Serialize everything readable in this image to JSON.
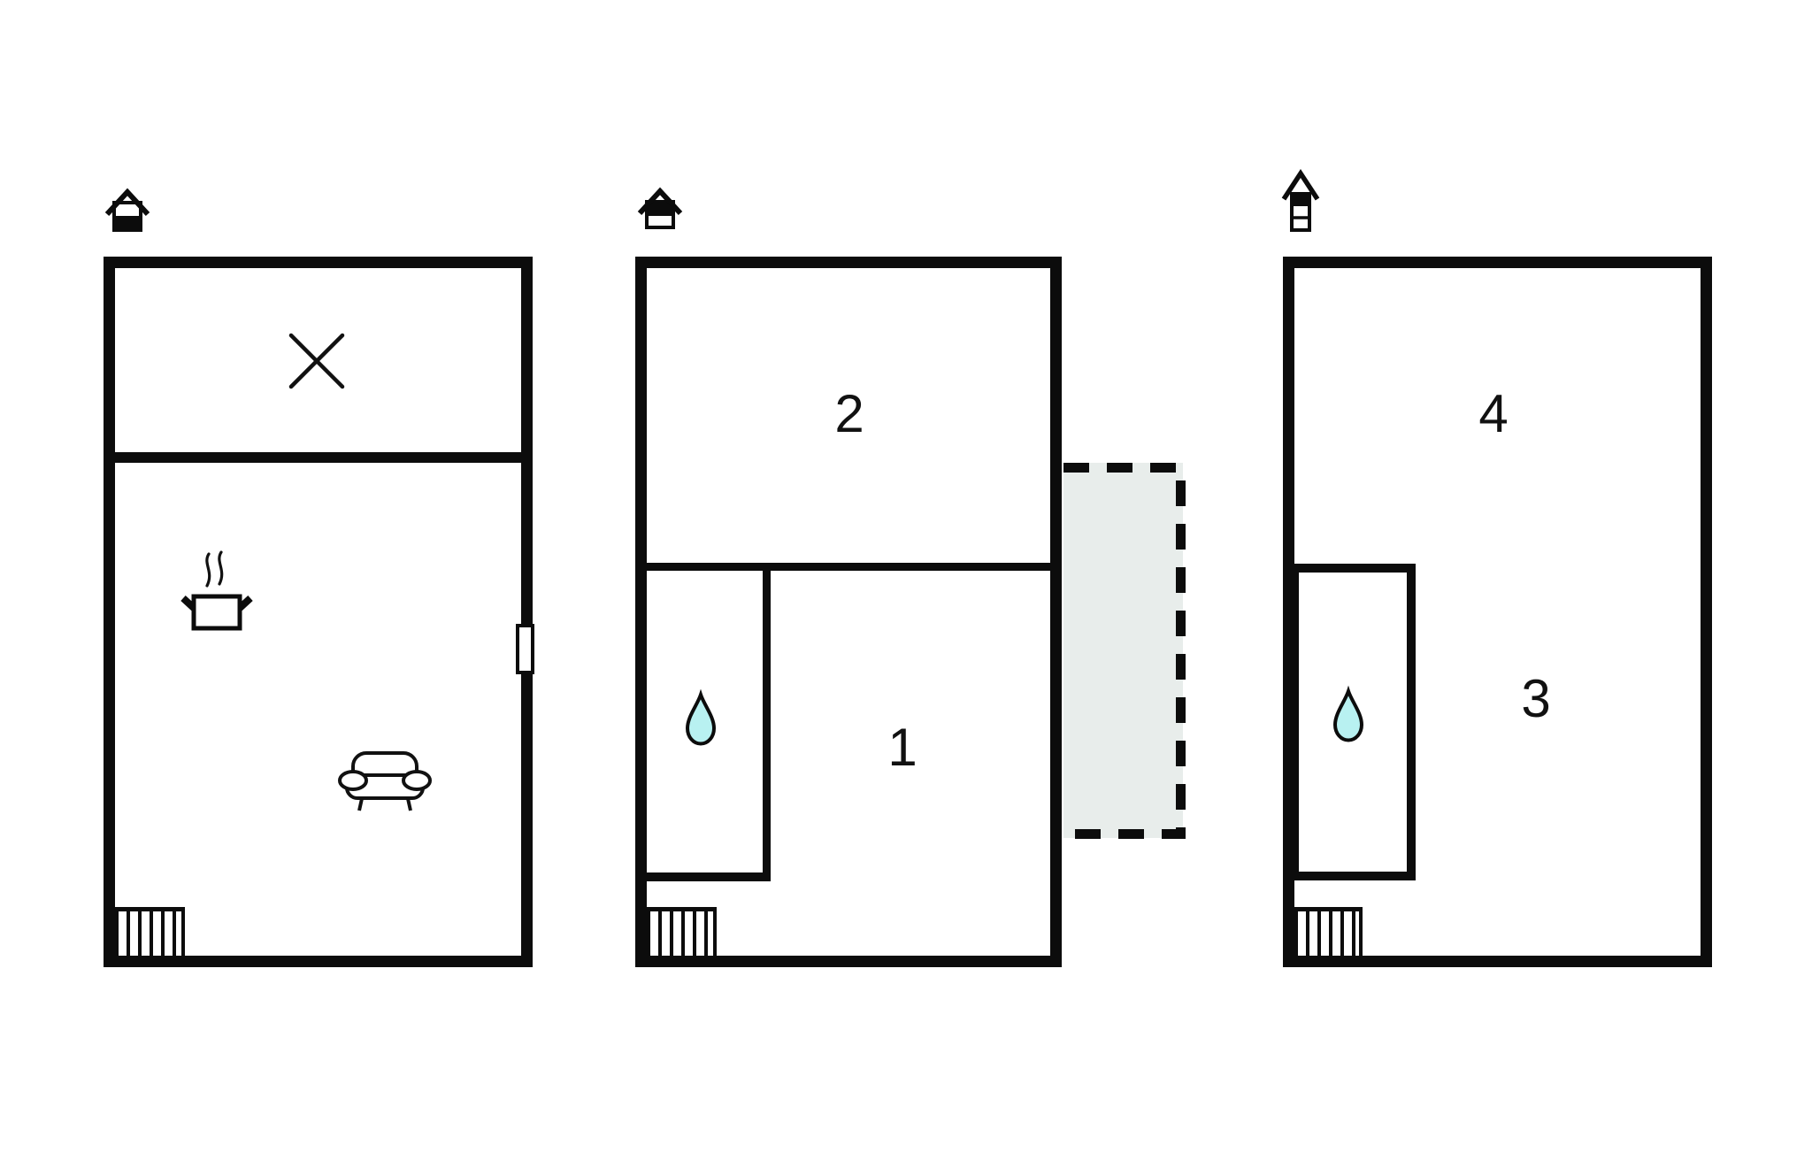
{
  "palette": {
    "background": "#ffffff",
    "wall": "#0c0c0c",
    "water_drop": "#b8f1f1",
    "terrace": "#e8edeb"
  },
  "floors": [
    {
      "name": "ground floor",
      "indicator_icon": "house-lower-level-filled-icon",
      "rooms": [],
      "features": [
        "cross-void-marker",
        "stove-icon",
        "sofa-icon",
        "stairs",
        "door-marker"
      ]
    },
    {
      "name": "first floor",
      "indicator_icon": "house-upper-level-filled-icon",
      "rooms": [
        {
          "label": "2"
        },
        {
          "label": "1"
        }
      ],
      "features": [
        "bathroom-water-drop",
        "stairs",
        "dashed-terrace"
      ]
    },
    {
      "name": "top floor",
      "indicator_icon": "house-top-level-filled-icon",
      "rooms": [
        {
          "label": "4"
        },
        {
          "label": "3"
        }
      ],
      "features": [
        "bathroom-water-drop",
        "stairs"
      ]
    }
  ]
}
